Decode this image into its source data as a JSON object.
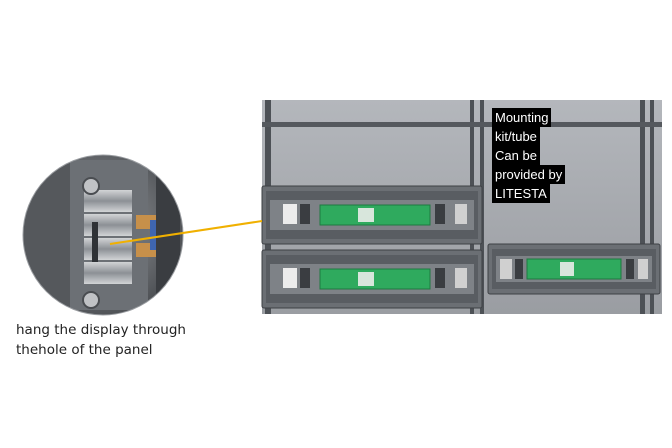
{
  "caption": {
    "line1": "hang the display through",
    "line2": "thehole of the panel"
  },
  "note": {
    "lines": [
      "Mounting",
      "kit/tube",
      "Can be",
      "provided by",
      "LITESTA"
    ]
  },
  "colors": {
    "wall": "#a3a6ab",
    "panel": "#6b6f74",
    "pcb": "#2faa5e",
    "callout_line": "#f0b000",
    "tube": "#4d5156"
  }
}
